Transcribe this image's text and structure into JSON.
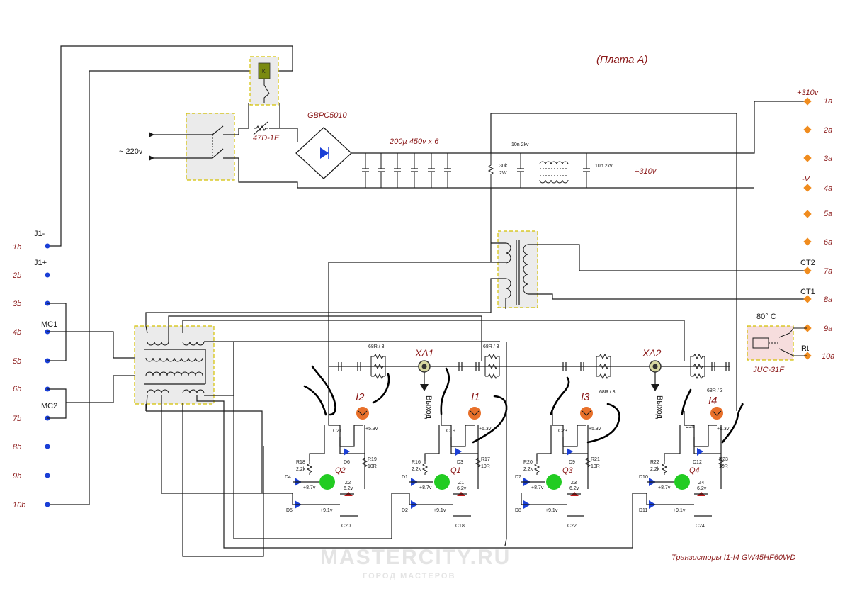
{
  "board_title": "(Плата А)",
  "mains_label": "~ 220v",
  "bridge_label": "GBPC5010",
  "relay_label": "K",
  "inrush_label": "47D-1E",
  "capacitor_bank_label": "200µ 450v x 6",
  "bleeder_label": [
    "30k",
    "2W"
  ],
  "snubber_cap_left": "10n 2kv",
  "snubber_cap_right": "10n 2kv",
  "rail_label": "+310v",
  "right_connector": {
    "pins": [
      "1a",
      "2a",
      "3a",
      "4a",
      "5a",
      "6a",
      "7a",
      "8a",
      "9a",
      "10a"
    ],
    "signals": [
      "+310v",
      "",
      "",
      "-V",
      "",
      "",
      "CT2",
      "CT1",
      "",
      ""
    ]
  },
  "left_connector": {
    "pins": [
      "1b",
      "2b",
      "3b",
      "4b",
      "5b",
      "6b",
      "7b",
      "8b",
      "9b",
      "10b"
    ],
    "signals": [
      "J1-",
      "J1+",
      "",
      "MC1",
      "",
      "",
      "MC2",
      "",
      "",
      ""
    ]
  },
  "thermal_switch": {
    "temp": "80° C",
    "part": "JUC-31F",
    "rt": "Rt"
  },
  "outputs": [
    {
      "name": "XA1",
      "caption": "Выход"
    },
    {
      "name": "XA2",
      "caption": "Выход"
    }
  ],
  "snubber_resistors": [
    "68R / 3",
    "68R / 3",
    "68R / 3",
    "68R / 3"
  ],
  "drivers": [
    {
      "igbt": "I2",
      "q": "Q2",
      "r_top": "R18",
      "r_top_val": "2,2k",
      "d_a": "D4",
      "d_b": "D5",
      "d_c": "D6",
      "z": "Z2",
      "z_val": "6,2v",
      "c_top": "C21",
      "c_bot": "C20",
      "r_out": "R19",
      "r_out_val": "10R",
      "v53": "+5.3v",
      "v87": "+8.7v",
      "v91": "+9.1v"
    },
    {
      "igbt": "I1",
      "q": "Q1",
      "r_top": "R16",
      "r_top_val": "2,2k",
      "d_a": "D1",
      "d_b": "D2",
      "d_c": "D3",
      "z": "Z1",
      "z_val": "6,2v",
      "c_top": "C19",
      "c_bot": "C18",
      "r_out": "R17",
      "r_out_val": "10R",
      "v53": "+5.3v",
      "v87": "+8.7v",
      "v91": "+9.1v"
    },
    {
      "igbt": "I3",
      "q": "Q3",
      "r_top": "R20",
      "r_top_val": "2,2k",
      "d_a": "D7",
      "d_b": "D8",
      "d_c": "D9",
      "z": "Z3",
      "z_val": "6,2v",
      "c_top": "C23",
      "c_bot": "C22",
      "r_out": "R21",
      "r_out_val": "10R",
      "v53": "+5.3v",
      "v87": "+8.7v",
      "v91": "+9.1v"
    },
    {
      "igbt": "I4",
      "q": "Q4",
      "r_top": "R22",
      "r_top_val": "2,2k",
      "d_a": "D10",
      "d_b": "D11",
      "d_c": "D12",
      "z": "Z4",
      "z_val": "6,2v",
      "c_top": "C25",
      "c_bot": "C24",
      "r_out": "R23",
      "r_out_val": "10R",
      "v53": "+5.3v",
      "v87": "+8.7v",
      "v91": "+9.1v"
    }
  ],
  "transistor_note": "Транзисторы I1-I4  GW45HF60WD",
  "watermark": {
    "main": "MASTERCITY.RU",
    "sub": "ГОРОД МАСТЕРОВ"
  },
  "colors": {
    "igbt": "#e8702a",
    "bjt": "#22cc22",
    "pin": "#1a3fd6",
    "pad": "#f08c1e",
    "relay": "#7a8a10",
    "labels": "#8b1a1a",
    "zener": "#c21a1a"
  }
}
